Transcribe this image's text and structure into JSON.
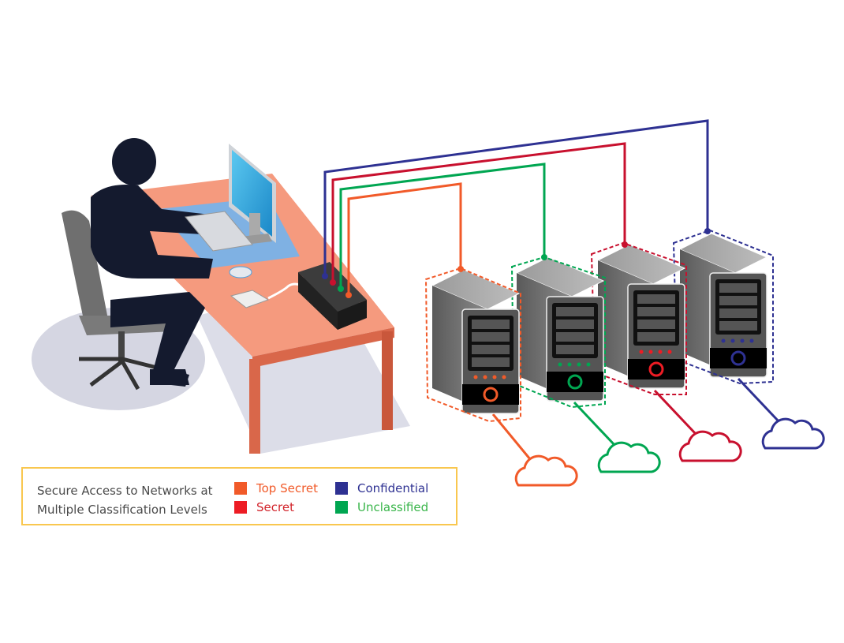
{
  "legend": {
    "title_line1": "Secure Access to Networks at",
    "title_line2": "Multiple Classification Levels",
    "items": [
      {
        "label": "Top Secret",
        "color": "#f15a29"
      },
      {
        "label": "Secret",
        "color": "#ed1c24"
      },
      {
        "label": "Confidential",
        "color": "#2e3192"
      },
      {
        "label": "Unclassified",
        "color": "#00a651"
      }
    ]
  },
  "networks": [
    {
      "name": "top-secret",
      "line_color": "#f15a29"
    },
    {
      "name": "unclassified",
      "line_color": "#00a651"
    },
    {
      "name": "secret",
      "line_color": "#c8102e"
    },
    {
      "name": "confidential",
      "line_color": "#2e3192"
    }
  ]
}
